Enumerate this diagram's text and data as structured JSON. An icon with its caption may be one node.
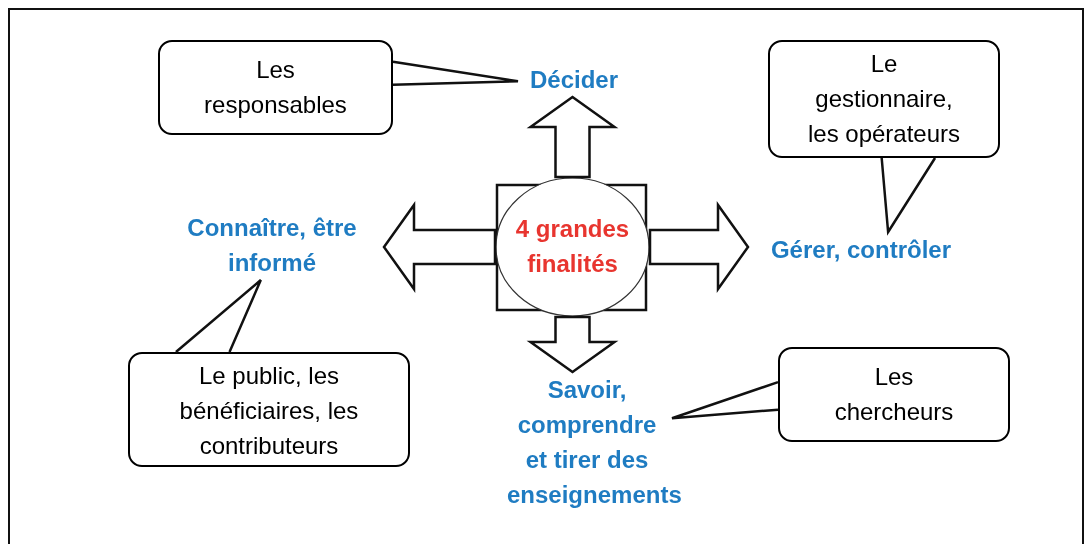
{
  "diagram": {
    "nodes": [
      {
        "text": [
          "4 grandes finalités"
        ]
      },
      {
        "text": [
          "Décider"
        ]
      },
      {
        "text": [
          "Gérer, contrôler"
        ]
      },
      {
        "text": [
          "Savoir, comprendre et tirer des enseignements"
        ]
      },
      {
        "text": [
          "Connaître, être informé"
        ]
      },
      {
        "text": [
          "Les responsables"
        ]
      },
      {
        "text": [
          "Le gestionnaire, les opérateurs"
        ]
      },
      {
        "text": [
          "Le public, les bénéficiaires, les contributeurs"
        ]
      },
      {
        "text": [
          "Les chercheurs"
        ]
      }
    ],
    "edges": [
      {
        "from": 0,
        "to": 1,
        "arrow": "to"
      },
      {
        "from": 0,
        "to": 2,
        "arrow": "to"
      },
      {
        "from": 0,
        "to": 3,
        "arrow": "to"
      },
      {
        "from": 0,
        "to": 4,
        "arrow": "to"
      },
      {
        "from": 5,
        "to": 1,
        "arrow": "none"
      },
      {
        "from": 6,
        "to": 2,
        "arrow": "none"
      },
      {
        "from": 7,
        "to": 4,
        "arrow": "none"
      },
      {
        "from": 8,
        "to": 3,
        "arrow": "none"
      }
    ]
  }
}
